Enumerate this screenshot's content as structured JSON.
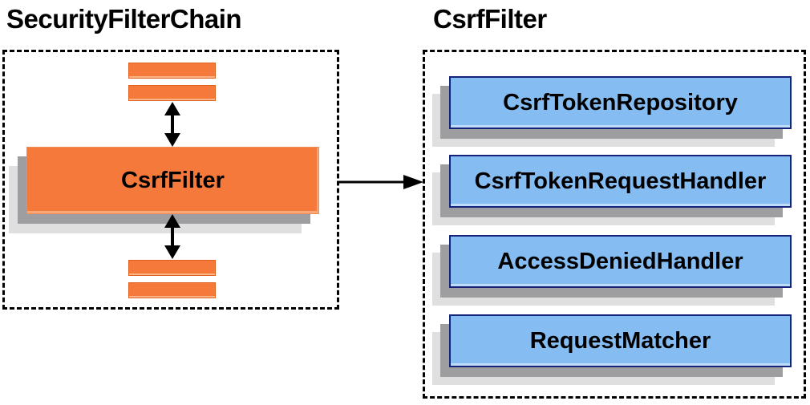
{
  "diagram": {
    "left_panel": {
      "title": "SecurityFilterChain",
      "filter_node_label": "CsrfFilter",
      "placeholder_bars": 4
    },
    "right_panel": {
      "title": "CsrfFilter",
      "components": [
        {
          "label": "CsrfTokenRepository"
        },
        {
          "label": "CsrfTokenRequestHandler"
        },
        {
          "label": "AccessDeniedHandler"
        },
        {
          "label": "RequestMatcher"
        }
      ]
    },
    "connectors": {
      "top": "double-arrow-vertical",
      "bottom": "double-arrow-vertical",
      "left_to_right": "arrow-right"
    },
    "colors": {
      "orange_fill": "#f4793b",
      "orange_border": "#e0611f",
      "blue_fill": "#85bcf2",
      "blue_border": "#16237b",
      "shadow_dark": "#9e9ea0",
      "shadow_light": "#dfdfdf",
      "outline": "#000000",
      "background": "#ffffff"
    }
  }
}
